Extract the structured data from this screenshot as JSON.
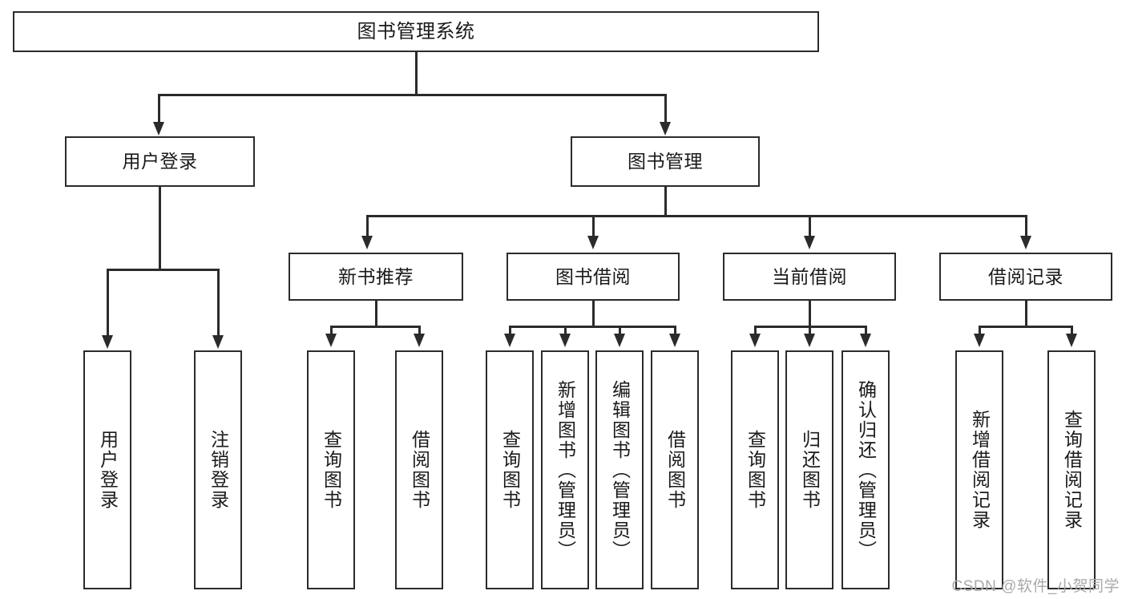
{
  "diagram": {
    "title": "图书管理系统",
    "type": "tree",
    "root": {
      "label": "图书管理系统"
    },
    "level2": [
      {
        "label": "用户登录"
      },
      {
        "label": "图书管理"
      }
    ],
    "level3": [
      {
        "label": "新书推荐"
      },
      {
        "label": "图书借阅"
      },
      {
        "label": "当前借阅"
      },
      {
        "label": "借阅记录"
      }
    ],
    "leaves": {
      "user_login": [
        {
          "label": "用户登录"
        },
        {
          "label": "注销登录"
        }
      ],
      "new_book": [
        {
          "label": "查询图书"
        },
        {
          "label": "借阅图书"
        }
      ],
      "borrow_book": [
        {
          "label": "查询图书"
        },
        {
          "label": "新增图书（管理员）"
        },
        {
          "label": "编辑图书（管理员）"
        },
        {
          "label": "借阅图书"
        }
      ],
      "current_borrow": [
        {
          "label": "查询图书"
        },
        {
          "label": "归还图书"
        },
        {
          "label": "确认归还（管理员）"
        }
      ],
      "borrow_record": [
        {
          "label": "新增借阅记录"
        },
        {
          "label": "查询借阅记录"
        }
      ]
    },
    "colors": {
      "stroke": "#2b2b2b",
      "fill": "#ffffff",
      "text": "#1a1a1a",
      "watermark": "#a9a9a9"
    }
  },
  "watermark": {
    "text": "CSDN @软件_小贺同学"
  }
}
